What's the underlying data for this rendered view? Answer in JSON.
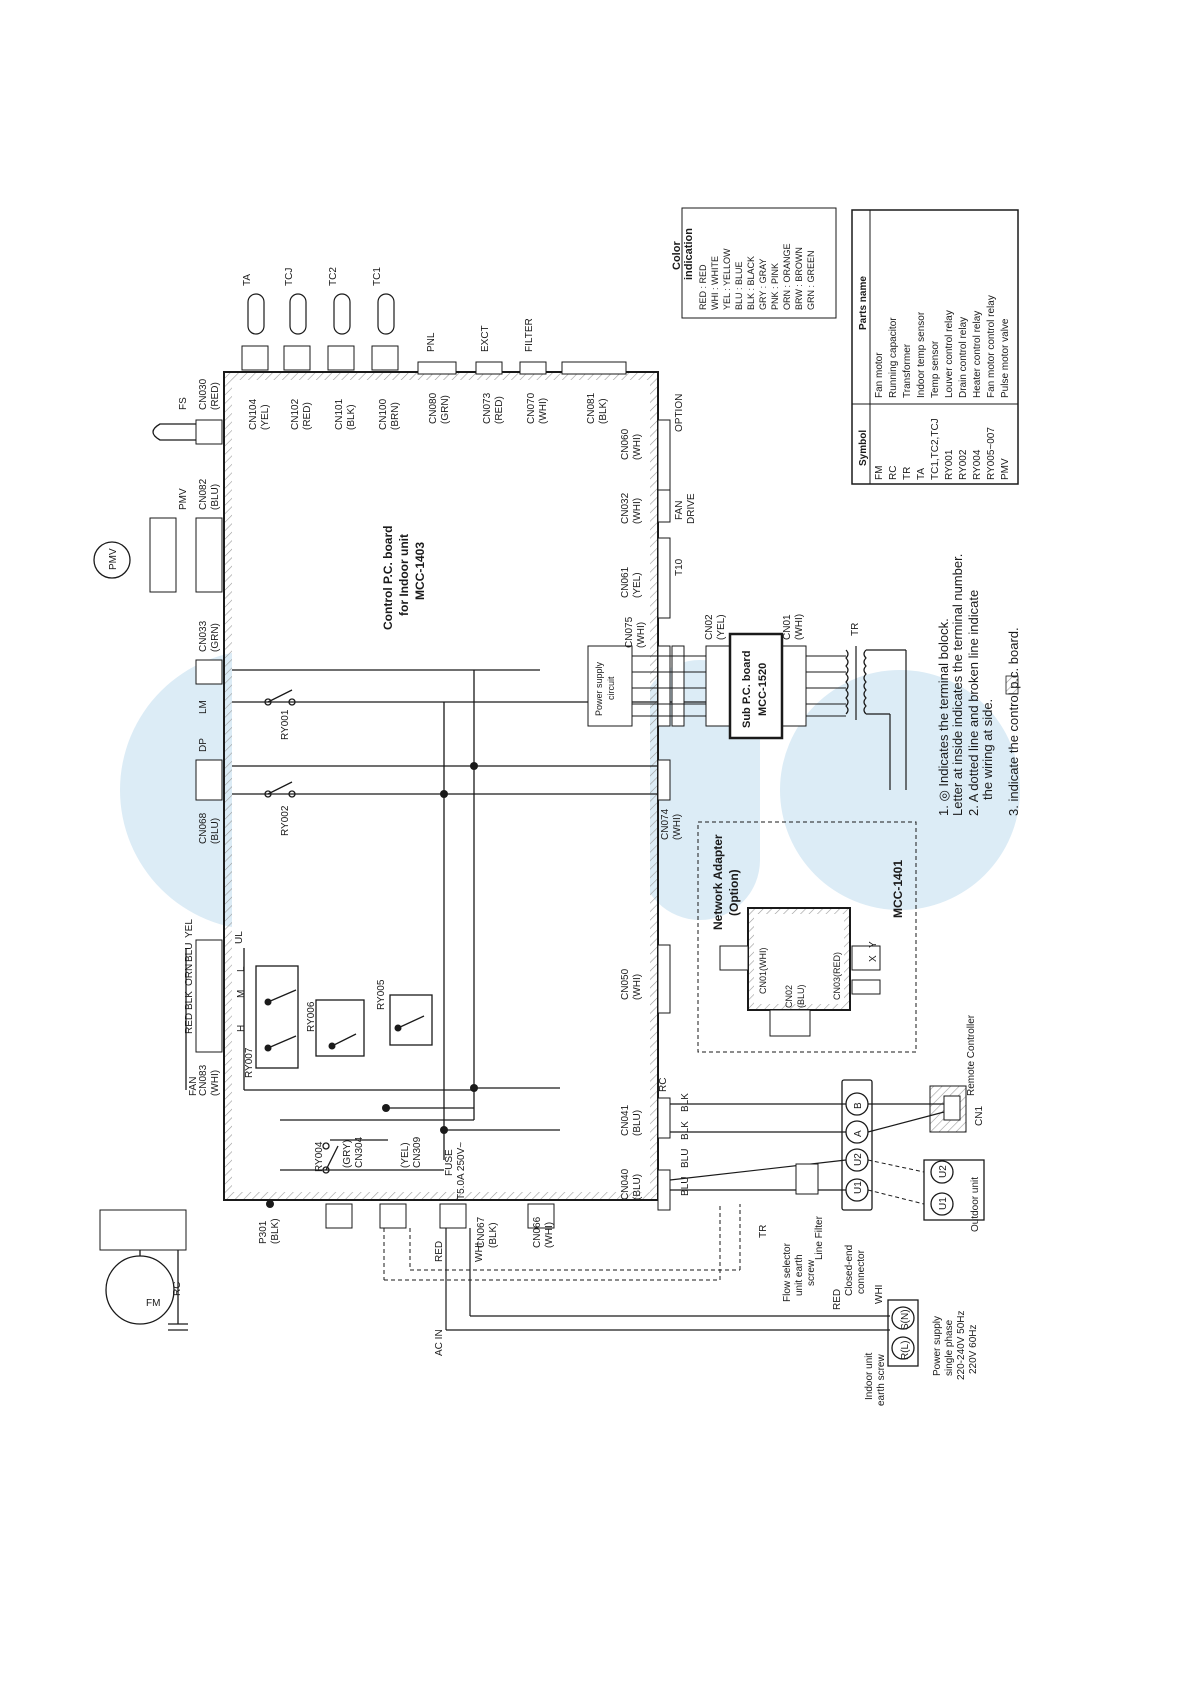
{
  "board": {
    "title_1": "Control P.C. board",
    "title_2": "for Indoor unit",
    "model": "MCC-1403"
  },
  "sub_board": {
    "title": "Sub P.C. board",
    "model": "MCC-1520"
  },
  "power_supply_circuit": {
    "line1": "Power supply",
    "line2": "circuit"
  },
  "network_adapter": {
    "title": "Network Adapter",
    "subtitle": "(Option)",
    "model": "MCC-1401",
    "cn01": "CN01(WHI)",
    "cn02_a": "CN02",
    "cn02_b": "(BLU)",
    "cn03": "CN03(RED)"
  },
  "top_connectors": [
    {
      "id": "fs_name",
      "text": "FS"
    },
    {
      "id": "cn030",
      "text": "CN030"
    },
    {
      "id": "cn030_c",
      "text": "(RED)"
    },
    {
      "id": "pmv_name",
      "text": "PMV"
    },
    {
      "id": "pmv_motor",
      "text": "PMV"
    },
    {
      "id": "cn082",
      "text": "CN082"
    },
    {
      "id": "cn082_c",
      "text": "(BLU)"
    },
    {
      "id": "cn033",
      "text": "CN033"
    },
    {
      "id": "cn033_c",
      "text": "(GRN)"
    },
    {
      "id": "lm",
      "text": "LM"
    },
    {
      "id": "dp",
      "text": "DP"
    },
    {
      "id": "cn068",
      "text": "CN068"
    },
    {
      "id": "cn068_c",
      "text": "(BLU)"
    },
    {
      "id": "ul",
      "text": "UL"
    },
    {
      "id": "yel",
      "text": "YEL"
    },
    {
      "id": "blu",
      "text": "BLU"
    },
    {
      "id": "orn",
      "text": "ORN"
    },
    {
      "id": "blk",
      "text": "BLK"
    },
    {
      "id": "red",
      "text": "RED"
    },
    {
      "id": "fan",
      "text": "FAN"
    },
    {
      "id": "cn083",
      "text": "CN083"
    },
    {
      "id": "cn083_c",
      "text": "(WHI)"
    }
  ],
  "sensor_connectors": [
    {
      "cn": "CN104",
      "color": "(YEL)",
      "sensor": "TA"
    },
    {
      "cn": "CN102",
      "color": "(RED)",
      "sensor": "TCJ"
    },
    {
      "cn": "CN101",
      "color": "(BLK)",
      "sensor": "TC2"
    },
    {
      "cn": "CN100",
      "color": "(BRN)",
      "sensor": "TC1"
    }
  ],
  "right_connectors": [
    {
      "cn": "CN080",
      "color": "(GRN)",
      "name": "PNL"
    },
    {
      "cn": "CN073",
      "color": "(RED)",
      "name": "EXCT"
    },
    {
      "cn": "CN070",
      "color": "(WHI)",
      "name": "FILTER"
    },
    {
      "cn": "CN081",
      "color": "(BLK)",
      "name": ""
    }
  ],
  "bottom_connectors": [
    {
      "id": "cn060",
      "text": "CN060"
    },
    {
      "id": "cn060_c",
      "text": "(WHI)"
    },
    {
      "id": "option",
      "text": "OPTION"
    },
    {
      "id": "cn032",
      "text": "CN032"
    },
    {
      "id": "cn032_c",
      "text": "(WHI)"
    },
    {
      "id": "fan_drive_1",
      "text": "FAN"
    },
    {
      "id": "fan_drive_2",
      "text": "DRIVE"
    },
    {
      "id": "cn061",
      "text": "CN061"
    },
    {
      "id": "cn061_c",
      "text": "(YEL)"
    },
    {
      "id": "t10",
      "text": "T10"
    },
    {
      "id": "cn075",
      "text": "CN075"
    },
    {
      "id": "cn075_c",
      "text": "(WHI)"
    },
    {
      "id": "cn02",
      "text": "CN02"
    },
    {
      "id": "cn02_c",
      "text": "(YEL)"
    },
    {
      "id": "cn01",
      "text": "CN01"
    },
    {
      "id": "cn01_c",
      "text": "(WHI)"
    },
    {
      "id": "tr_top",
      "text": "TR"
    },
    {
      "id": "cn074",
      "text": "CN074"
    },
    {
      "id": "cn074_c",
      "text": "(WHI)"
    },
    {
      "id": "cn050",
      "text": "CN050"
    },
    {
      "id": "cn050_c",
      "text": "(WHI)"
    },
    {
      "id": "cn041",
      "text": "CN041"
    },
    {
      "id": "cn041_c",
      "text": "(BLU)"
    },
    {
      "id": "rc",
      "text": "RC"
    },
    {
      "id": "cn040",
      "text": "CN040"
    },
    {
      "id": "cn040_c",
      "text": "(BLU)"
    }
  ],
  "left_parts": [
    {
      "id": "ry001",
      "text": "RY001"
    },
    {
      "id": "ry002",
      "text": "RY002"
    },
    {
      "id": "ry004",
      "text": "RY004"
    },
    {
      "id": "ry005",
      "text": "RY005"
    },
    {
      "id": "ry006",
      "text": "RY006"
    },
    {
      "id": "ry007",
      "text": "RY007"
    },
    {
      "id": "h",
      "text": "H"
    },
    {
      "id": "m",
      "text": "M"
    },
    {
      "id": "l",
      "text": "L"
    },
    {
      "id": "gry",
      "text": "(GRY)"
    },
    {
      "id": "cn304",
      "text": "CN304"
    },
    {
      "id": "yel2",
      "text": "(YEL)"
    },
    {
      "id": "cn309",
      "text": "CN309"
    },
    {
      "id": "fuse",
      "text": "FUSE"
    },
    {
      "id": "fuse_rating",
      "text": "T5.0A 250V~"
    },
    {
      "id": "p301",
      "text": "P301"
    },
    {
      "id": "p301_c",
      "text": "(BLK)"
    },
    {
      "id": "red2",
      "text": "RED"
    },
    {
      "id": "whi2",
      "text": "WHI"
    },
    {
      "id": "cn067",
      "text": "CN067"
    },
    {
      "id": "cn067_c",
      "text": "(BLK)"
    },
    {
      "id": "cn066",
      "text": "CN066"
    },
    {
      "id": "cn066_c",
      "text": "(WHI)"
    },
    {
      "id": "fm",
      "text": "FM"
    },
    {
      "id": "rc2",
      "text": "RC"
    },
    {
      "id": "ac_in",
      "text": "AC IN"
    },
    {
      "id": "red3",
      "text": "RED"
    },
    {
      "id": "whi3",
      "text": "WHI"
    },
    {
      "id": "tr_bottom",
      "text": "TR"
    }
  ],
  "bottom_parts": [
    {
      "id": "flow_1",
      "text": "Flow selector"
    },
    {
      "id": "flow_2",
      "text": "unit earth"
    },
    {
      "id": "flow_3",
      "text": "screw"
    },
    {
      "id": "closed_1",
      "text": "Closed-end"
    },
    {
      "id": "closed_2",
      "text": "connector"
    },
    {
      "id": "line_filter",
      "text": "Line Filter"
    },
    {
      "id": "outdoor",
      "text": "Outdoor unit"
    },
    {
      "id": "remote",
      "text": "Remote Controller"
    },
    {
      "id": "cn1",
      "text": "CN1"
    },
    {
      "id": "indoor_earth_1",
      "text": "Indoor unit"
    },
    {
      "id": "indoor_earth_2",
      "text": "earth screw"
    },
    {
      "id": "ps_1",
      "text": "Power supply"
    },
    {
      "id": "ps_2",
      "text": "single phase"
    },
    {
      "id": "ps_3",
      "text": "220-240V 50Hz"
    },
    {
      "id": "ps_4",
      "text": "220V 60Hz"
    },
    {
      "id": "blu_a",
      "text": "BLU"
    },
    {
      "id": "blu_b",
      "text": "BLU"
    },
    {
      "id": "blk_a",
      "text": "BLK"
    },
    {
      "id": "blk_b",
      "text": "BLK"
    },
    {
      "id": "u1",
      "text": "U1"
    },
    {
      "id": "u2",
      "text": "U2"
    },
    {
      "id": "a",
      "text": "A"
    },
    {
      "id": "b",
      "text": "B"
    },
    {
      "id": "u1o",
      "text": "U1"
    },
    {
      "id": "u2o",
      "text": "U2"
    },
    {
      "id": "rl",
      "text": "R(L)"
    },
    {
      "id": "sn",
      "text": "S(N)"
    },
    {
      "id": "x",
      "text": "X"
    },
    {
      "id": "y",
      "text": "Y"
    }
  ],
  "notes": [
    "1. ◎ Indicates the terminal bolock.",
    "Letter at inside indicates the terminal number.",
    "2. A dotted line and broken line indicate",
    "the wiring at side.",
    "3.      indicate the control p.c. board."
  ],
  "color_indication": {
    "title_1": "Color",
    "title_2": "indication",
    "entries": [
      "RED : RED",
      "WHI : WHITE",
      "YEL : YELLOW",
      "BLU : BLUE",
      "BLK : BLACK",
      "GRY : GRAY",
      "PNK : PINK",
      "ORN : ORANGE",
      "BRW : BROWN",
      "GRN : GREEN"
    ]
  },
  "parts_table": {
    "headers": [
      "Symbol",
      "Parts name"
    ],
    "rows": [
      [
        "FM",
        "Fan motor"
      ],
      [
        "RC",
        "Running capacitor"
      ],
      [
        "TR",
        "Transformer"
      ],
      [
        "TA",
        "Indoor temp sensor"
      ],
      [
        "TC1,TC2,TCJ",
        "Temp sensor"
      ],
      [
        "RY001",
        "Louver control relay"
      ],
      [
        "RY002",
        "Drain control relay"
      ],
      [
        "RY004",
        "Heater control relay"
      ],
      [
        "RY005~007",
        "Fan motor control relay"
      ],
      [
        "PMV",
        "Pulse motor valve"
      ]
    ]
  },
  "colors": {
    "line": "#1a1a1a",
    "watermark": "#dcecf6",
    "hatch": "#9a9a9a"
  }
}
